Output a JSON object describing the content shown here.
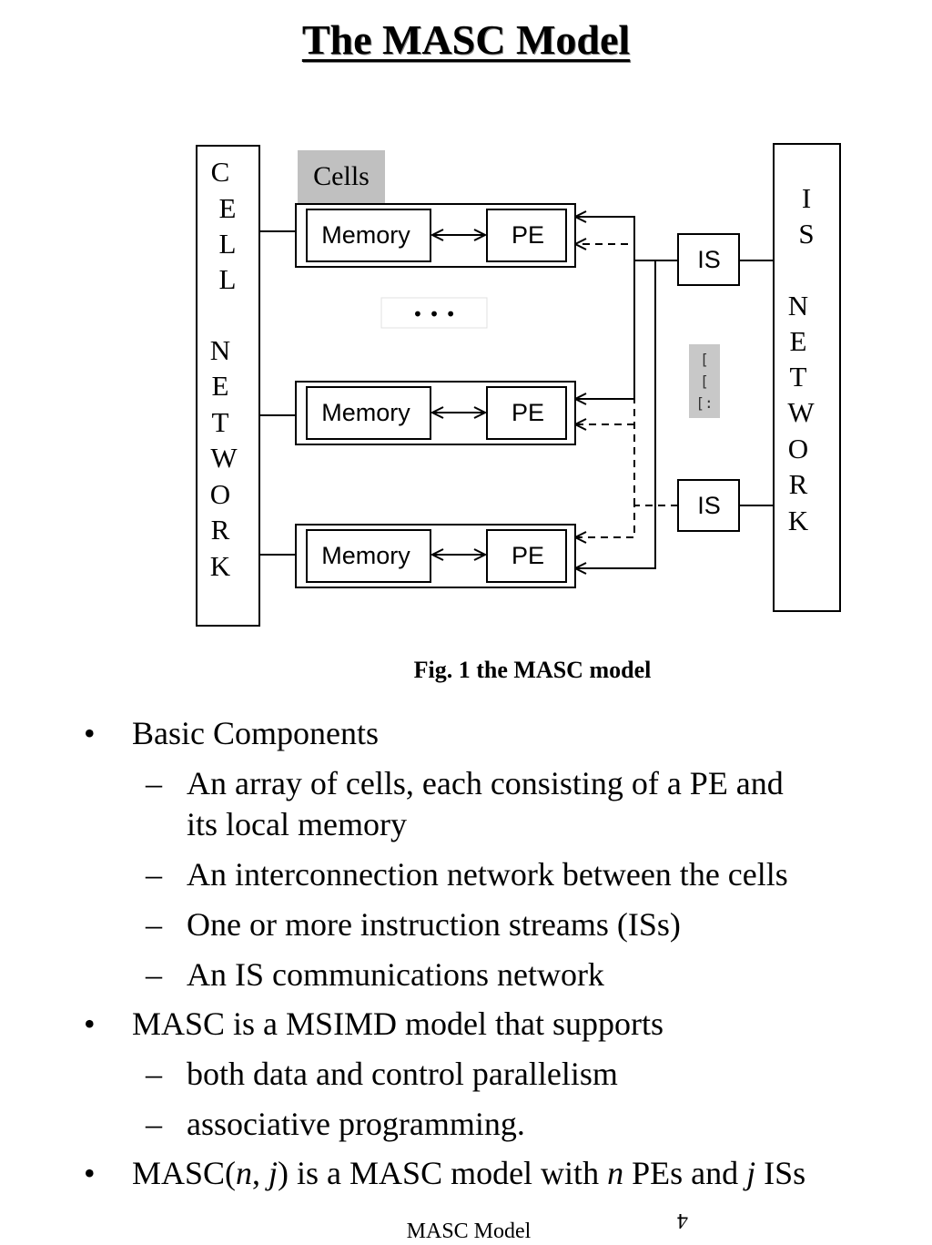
{
  "title": "The MASC Model",
  "diagram": {
    "cell_network_label": [
      "C",
      "E",
      "L",
      "L",
      "",
      "N",
      "E",
      "T",
      "W",
      "O",
      "R",
      "K"
    ],
    "is_network_label": [
      "I",
      "S",
      "",
      "N",
      "E",
      "T",
      "W",
      "O",
      "R",
      "K"
    ],
    "cells_label": "Cells",
    "memory_label": "Memory",
    "pe_label": "PE",
    "ellipsis": "• • •",
    "is_label": "IS",
    "is_ellipsis": "[ [ [",
    "caption": "Fig. 1 the MASC model"
  },
  "bullets": [
    {
      "level": 1,
      "text": "Basic Components"
    },
    {
      "level": 2,
      "text": "An array of cells, each consisting of a PE and"
    },
    {
      "level": 2,
      "text": "its local memory",
      "continuation": true
    },
    {
      "level": 2,
      "text": "An interconnection network between the cells"
    },
    {
      "level": 2,
      "text": "One or more instruction streams (ISs)"
    },
    {
      "level": 2,
      "text": "An IS communications network"
    },
    {
      "level": 1,
      "text": "MASC is a MSIMD model that supports"
    },
    {
      "level": 2,
      "text": "both data and control parallelism"
    },
    {
      "level": 2,
      "text": "associative programming."
    },
    {
      "level": 1,
      "text": "MASC(n, j)  is a MASC model with n PEs and j ISs"
    }
  ],
  "footer": "MASC Model",
  "page_number": "4"
}
